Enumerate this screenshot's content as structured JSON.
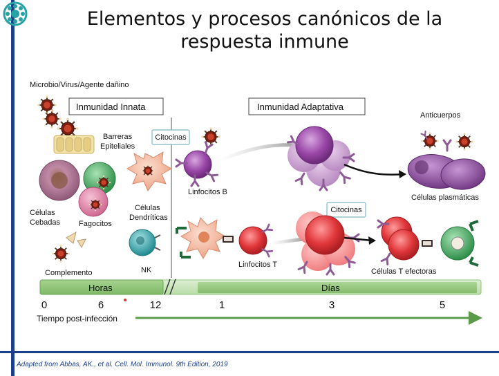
{
  "title": {
    "line1": "Elementos y procesos canónicos de la",
    "line2": "respuesta inmune"
  },
  "sections": {
    "innate": "Inmunidad Innata",
    "adaptive": "Inmunidad Adaptativa"
  },
  "cytokine_labels": [
    "Citocinas",
    "Citocinas"
  ],
  "labels": {
    "microbe": "Microbio/Virus/Agente dañino",
    "barriers_1": "Barreras",
    "barriers_2": "Epiteliales",
    "mast_1": "Células",
    "mast_2": "Cebadas",
    "phagocytes": "Fagocitos",
    "dendritic_1": "Células",
    "dendritic_2": "Dendríticas",
    "complement": "Complemento",
    "nk": "NK",
    "b_cells": "Linfocitos  B",
    "t_cells": "Linfocitos T",
    "antibodies": "Anticuerpos",
    "plasma_cells": "Células plasmáticas",
    "effector_t": "Células T efectoras"
  },
  "timeline": {
    "hours_label": "Horas",
    "days_label": "Días",
    "ticks": [
      "0",
      "6",
      "12",
      "1",
      "3",
      "5"
    ],
    "axis_label": "Tiempo post-infección"
  },
  "footer": "Adapted from Abbas, AK., et al. Cell. Mol. Immunol. 9th Edition, 2019",
  "colors": {
    "frame_blue": "#1b3f8b",
    "logo_teal": "#27a3a6",
    "timeline_green": "#8cc57a",
    "arrow_green": "#5b9a48",
    "b_cell_purple": "#8d3d9c",
    "t_cell_red": "#e0363a",
    "phagocyte_green": "#3aa65a",
    "nk_teal": "#2aa3a8",
    "mast_pink": "#b77a9a",
    "dendritic_peach": "#f2b49a"
  },
  "icons": [
    "logo-icon",
    "microbe-icon",
    "epithelial-barrier-icon",
    "mast-cell-icon",
    "phagocyte-icon",
    "dendritic-cell-icon",
    "complement-icon",
    "nk-cell-icon",
    "b-cell-icon",
    "t-cell-icon",
    "antibody-icon",
    "plasma-cell-icon",
    "effector-t-cell-icon",
    "process-arrow-icon"
  ]
}
